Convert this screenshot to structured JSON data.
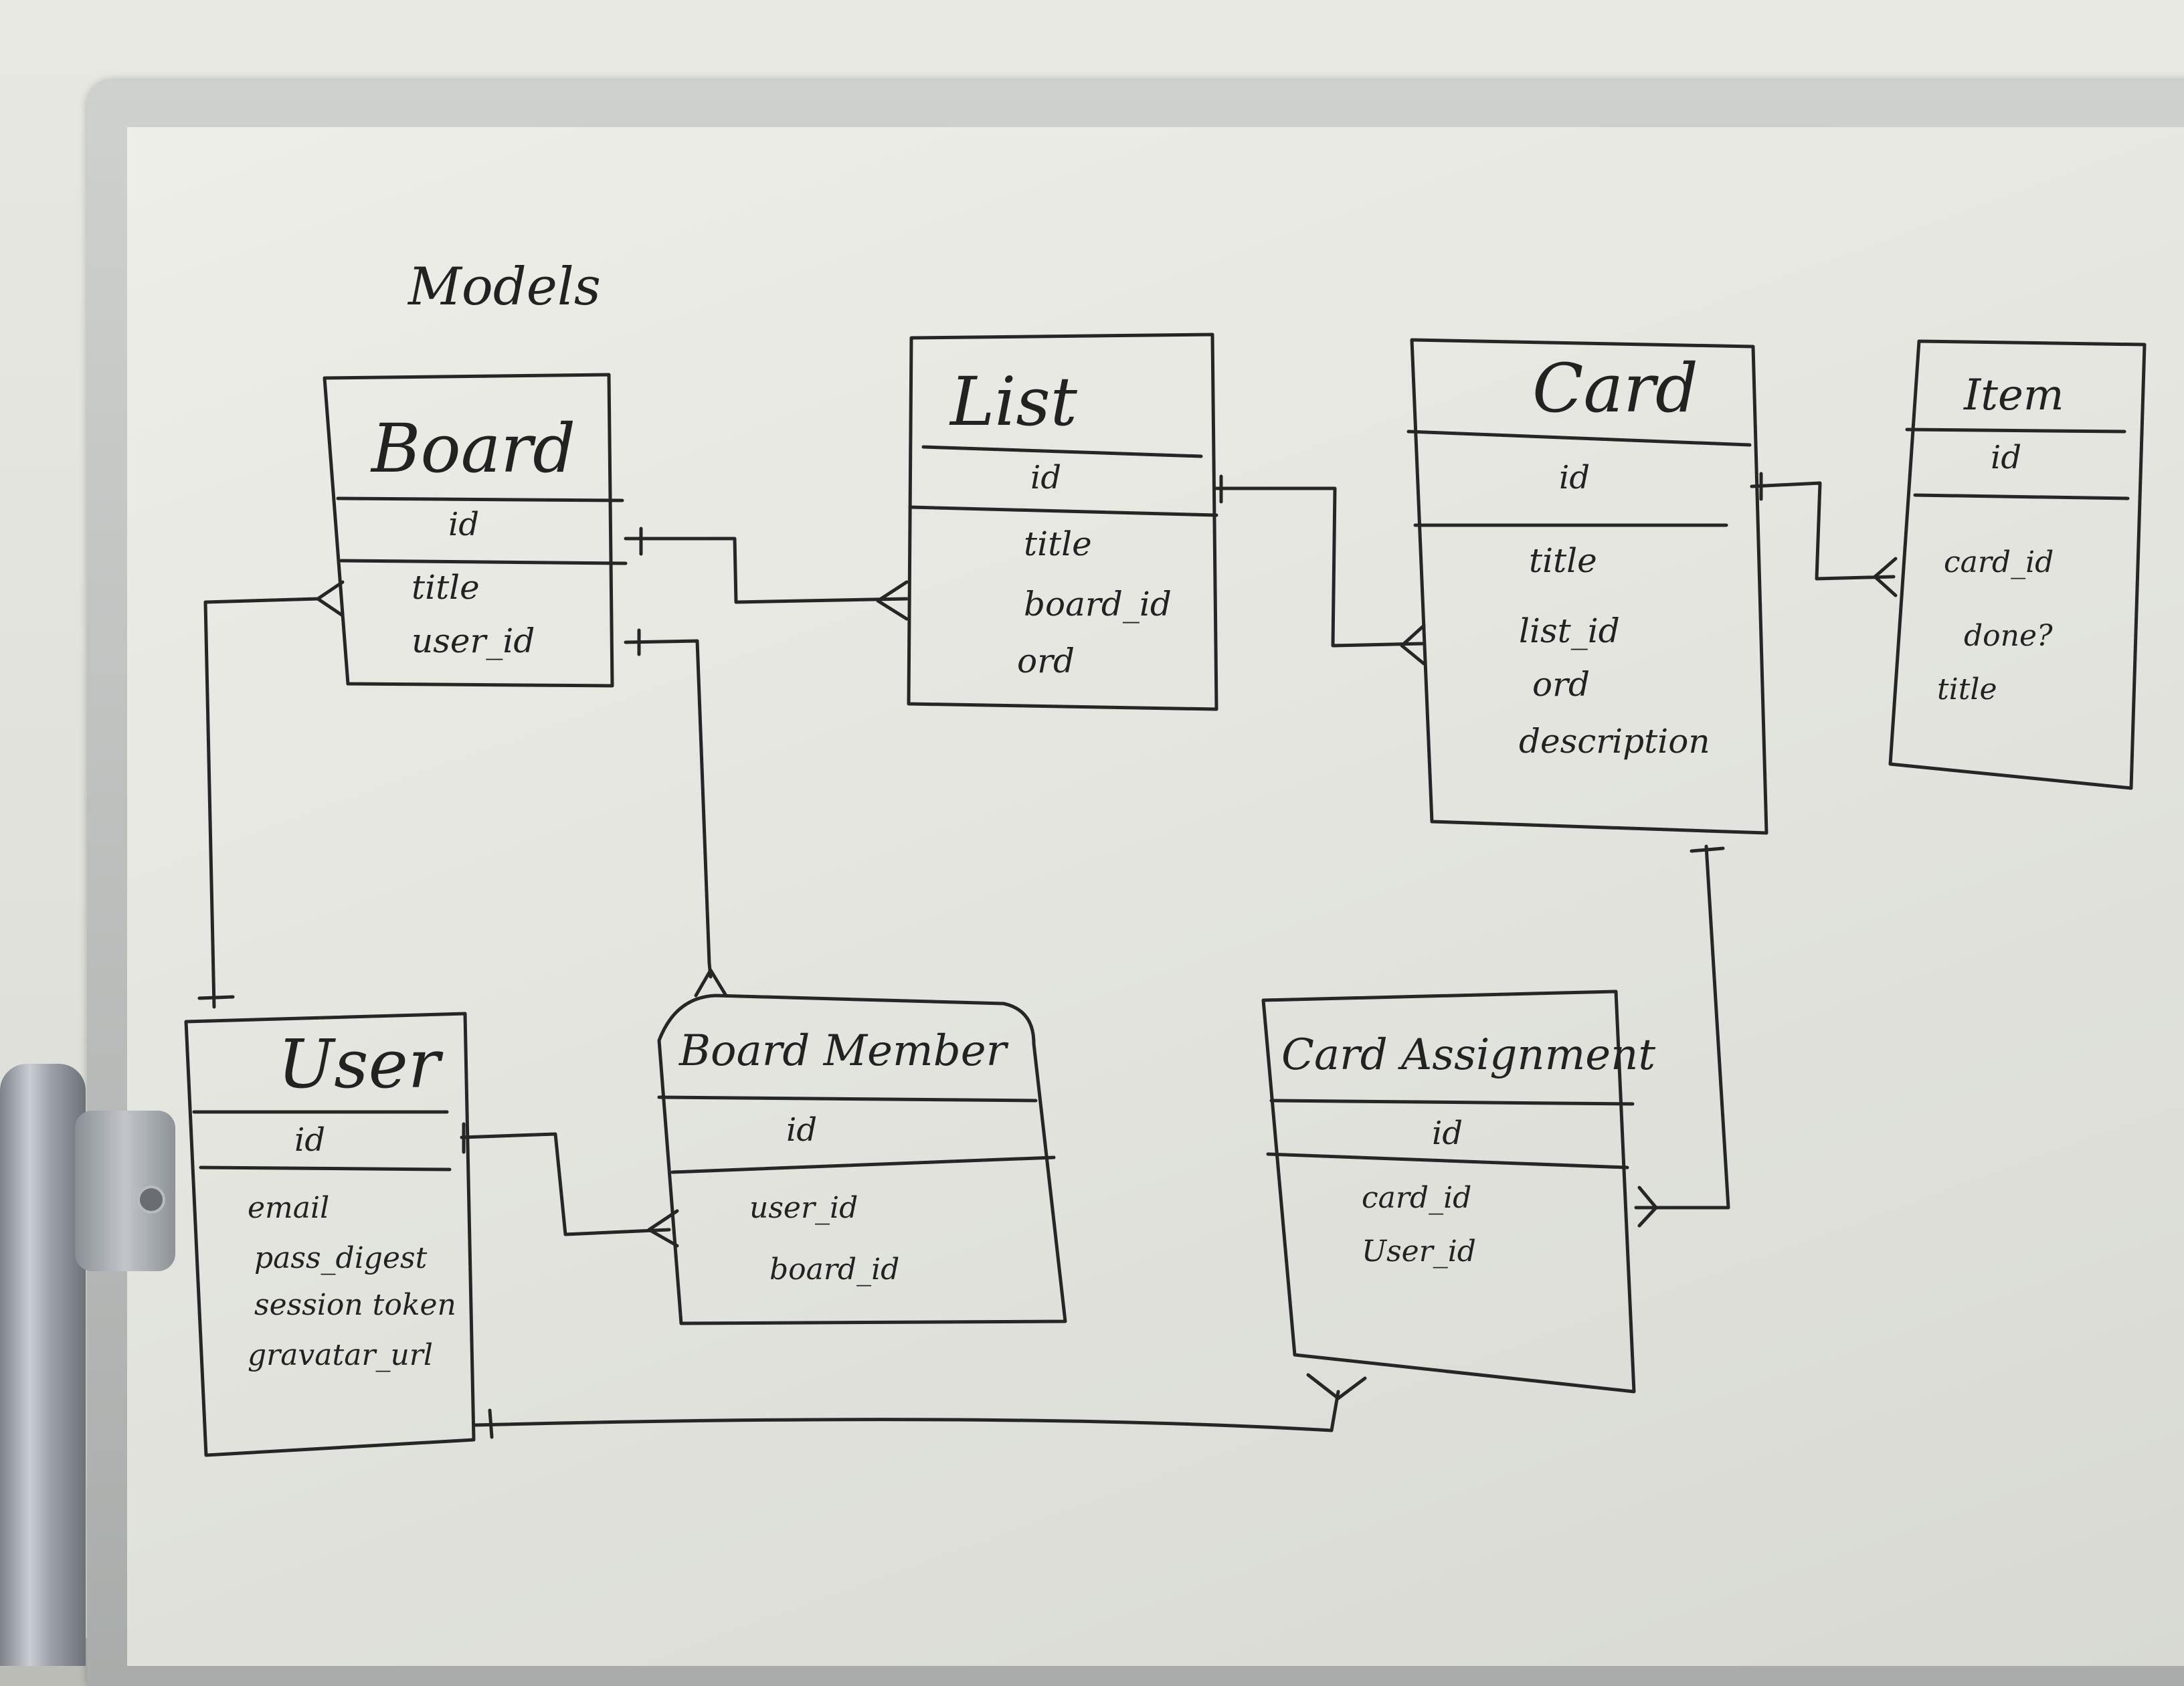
{
  "heading": "Models",
  "entities": {
    "board": {
      "name": "Board",
      "pk": "id",
      "fields": [
        "title",
        "user_id"
      ]
    },
    "list": {
      "name": "List",
      "pk": "id",
      "fields": [
        "title",
        "board_id",
        "ord"
      ]
    },
    "card": {
      "name": "Card",
      "pk": "id",
      "fields": [
        "title",
        "list_id",
        "ord",
        "description"
      ]
    },
    "item": {
      "name": "Item",
      "pk": "id",
      "fields": [
        "card_id",
        "done?",
        "title"
      ]
    },
    "user": {
      "name": "User",
      "pk": "id",
      "fields": [
        "email",
        "pass_digest",
        "session token",
        "gravatar_url"
      ]
    },
    "board_member": {
      "name": "Board Member",
      "pk": "id",
      "fields": [
        "user_id",
        "board_id"
      ]
    },
    "card_assignment": {
      "name": "Card Assignment",
      "pk": "id",
      "fields": [
        "card_id",
        "User_id"
      ]
    }
  },
  "colors": {
    "ink": "#262626",
    "whiteboard": "#e6e6e0",
    "frame": "#b9bcba"
  }
}
